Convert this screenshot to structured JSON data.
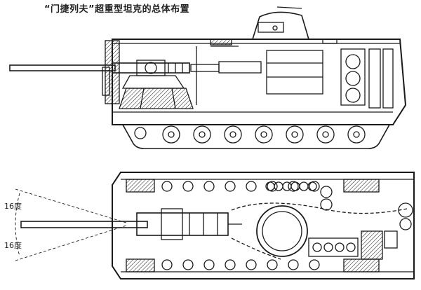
{
  "title": "“门捷列夫”超重型坦克的总体布置",
  "angles": {
    "upper": "16度",
    "lower": "16度"
  },
  "colors": {
    "ink": "#1a1a1a",
    "paper": "#ffffff"
  }
}
